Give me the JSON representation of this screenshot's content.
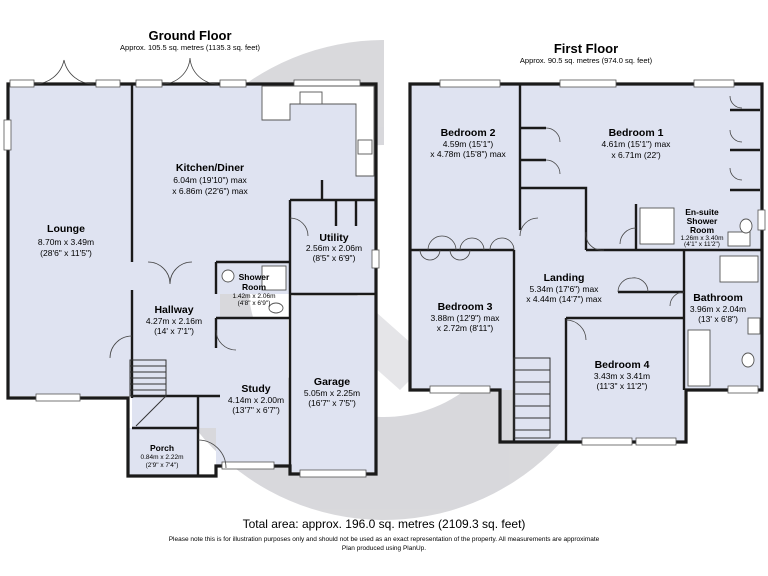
{
  "ground_floor": {
    "title": "Ground Floor",
    "area": "Approx. 105.5 sq. metres (1135.3 sq. feet)",
    "rooms": {
      "lounge": {
        "name": "Lounge",
        "dims": [
          "8.70m x 3.49m",
          "(28'6\" x 11'5\")"
        ]
      },
      "kitchen": {
        "name": "Kitchen/Diner",
        "dims": [
          "6.04m (19'10\") max",
          "x 6.86m (22'6\") max"
        ]
      },
      "utility": {
        "name": "Utility",
        "dims": [
          "2.56m x 2.06m",
          "(8'5\" x 6'9\")"
        ]
      },
      "shower": {
        "name_lines": [
          "Shower",
          "Room"
        ],
        "dims": [
          "1.42m x 2.06m",
          "(4'8\" x 6'9\")"
        ]
      },
      "hallway": {
        "name": "Hallway",
        "dims": [
          "4.27m x 2.16m",
          "(14' x 7'1\")"
        ]
      },
      "study": {
        "name": "Study",
        "dims": [
          "4.14m x 2.00m",
          "(13'7\" x 6'7\")"
        ]
      },
      "garage": {
        "name": "Garage",
        "dims": [
          "5.05m x 2.25m",
          "(16'7\" x 7'5\")"
        ]
      },
      "porch": {
        "name": "Porch",
        "dims": [
          "0.84m x 2.22m",
          "(2'9\" x 7'4\")"
        ]
      }
    }
  },
  "first_floor": {
    "title": "First Floor",
    "area": "Approx. 90.5 sq. metres (974.0 sq. feet)",
    "rooms": {
      "bedroom2": {
        "name": "Bedroom 2",
        "dims": [
          "4.59m (15'1\")",
          "x 4.78m (15'8\") max"
        ]
      },
      "bedroom1": {
        "name": "Bedroom 1",
        "dims": [
          "4.61m (15'1\") max",
          "x 6.71m (22')"
        ]
      },
      "ensuite": {
        "name_lines": [
          "En-suite",
          "Shower",
          "Room"
        ],
        "dims": [
          "1.26m x 3.40m",
          "(4'1\" x 11'2\")"
        ]
      },
      "bedroom3": {
        "name": "Bedroom 3",
        "dims": [
          "3.88m (12'9\") max",
          "x 2.72m (8'11\")"
        ]
      },
      "landing": {
        "name": "Landing",
        "dims": [
          "5.34m (17'6\") max",
          "x 4.44m (14'7\") max"
        ]
      },
      "bathroom": {
        "name": "Bathroom",
        "dims": [
          "3.96m x 2.04m",
          "(13' x 6'8\")"
        ]
      },
      "bedroom4": {
        "name": "Bedroom 4",
        "dims": [
          "3.43m x 3.41m",
          "(11'3\" x 11'2\")"
        ]
      }
    }
  },
  "footer": {
    "total": "Total area: approx. 196.0 sq. metres (2109.3 sq. feet)",
    "note": "Please note this is for illustration purposes only and should not be used as an exact representation of the property. All measurements are approximate",
    "credit": "Plan produced using PlanUp."
  },
  "colors": {
    "room_fill": "#dfe3f1",
    "wall": "#1a1a1a",
    "watermark": "#d2d2d6"
  }
}
